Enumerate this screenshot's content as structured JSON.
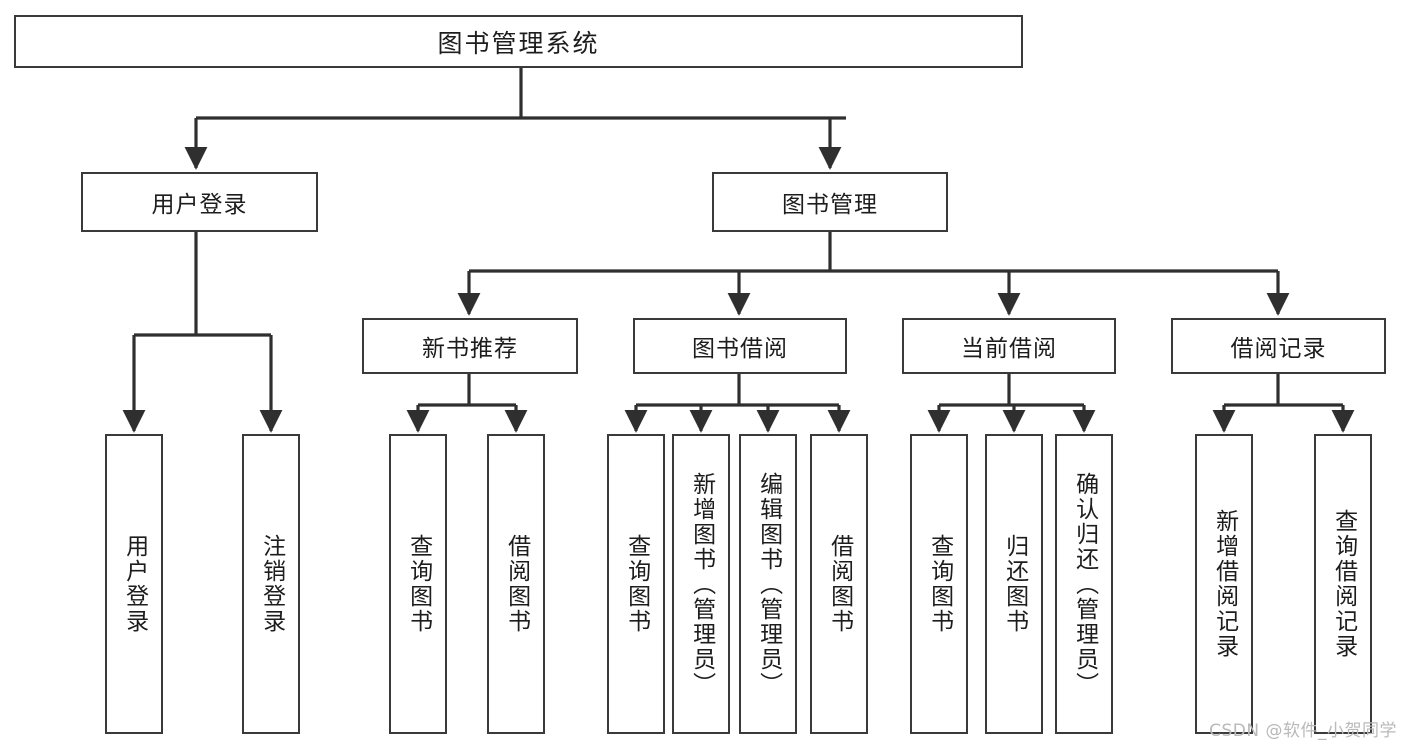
{
  "diagram": {
    "type": "tree-hierarchy",
    "title": "图书管理系统",
    "watermark": "CSDN @软件_小贺同学",
    "colors": {
      "background": "#ffffff",
      "box_border": "#3a3a3a",
      "connector": "#2f2f2f",
      "text": "#1d1d1d",
      "watermark": "#b9b9b9"
    },
    "levels": [
      {
        "level": 1,
        "nodes": [
          {
            "id": "root",
            "label": "图书管理系统",
            "orientation": "horizontal"
          }
        ]
      },
      {
        "level": 2,
        "nodes": [
          {
            "id": "login",
            "label": "用户登录",
            "orientation": "horizontal",
            "parent": "root"
          },
          {
            "id": "bookmgmt",
            "label": "图书管理",
            "orientation": "horizontal",
            "parent": "root"
          }
        ]
      },
      {
        "level": 3,
        "nodes": [
          {
            "id": "newbook",
            "label": "新书推荐",
            "orientation": "horizontal",
            "parent": "bookmgmt"
          },
          {
            "id": "borrow",
            "label": "图书借阅",
            "orientation": "horizontal",
            "parent": "bookmgmt"
          },
          {
            "id": "current",
            "label": "当前借阅",
            "orientation": "horizontal",
            "parent": "bookmgmt"
          },
          {
            "id": "records",
            "label": "借阅记录",
            "orientation": "horizontal",
            "parent": "bookmgmt"
          }
        ]
      },
      {
        "level": 4,
        "nodes": [
          {
            "id": "leaf1",
            "label": "用户登录",
            "orientation": "vertical",
            "parent": "login"
          },
          {
            "id": "leaf2",
            "label": "注销登录",
            "orientation": "vertical",
            "parent": "login"
          },
          {
            "id": "leaf3",
            "label": "查询图书",
            "orientation": "vertical",
            "parent": "newbook"
          },
          {
            "id": "leaf4",
            "label": "借阅图书",
            "orientation": "vertical",
            "parent": "newbook"
          },
          {
            "id": "leaf5",
            "label": "查询图书",
            "orientation": "vertical",
            "parent": "borrow"
          },
          {
            "id": "leaf6",
            "label": "新增图书（管理员）",
            "orientation": "vertical",
            "parent": "borrow"
          },
          {
            "id": "leaf7",
            "label": "编辑图书（管理员）",
            "orientation": "vertical",
            "parent": "borrow"
          },
          {
            "id": "leaf8",
            "label": "借阅图书",
            "orientation": "vertical",
            "parent": "borrow"
          },
          {
            "id": "leaf9",
            "label": "查询图书",
            "orientation": "vertical",
            "parent": "current"
          },
          {
            "id": "leaf10",
            "label": "归还图书",
            "orientation": "vertical",
            "parent": "current"
          },
          {
            "id": "leaf11",
            "label": "确认归还（管理员）",
            "orientation": "vertical",
            "parent": "current"
          },
          {
            "id": "leaf12",
            "label": "新增借阅记录",
            "orientation": "vertical",
            "parent": "records"
          },
          {
            "id": "leaf13",
            "label": "查询借阅记录",
            "orientation": "vertical",
            "parent": "records"
          }
        ]
      }
    ]
  }
}
